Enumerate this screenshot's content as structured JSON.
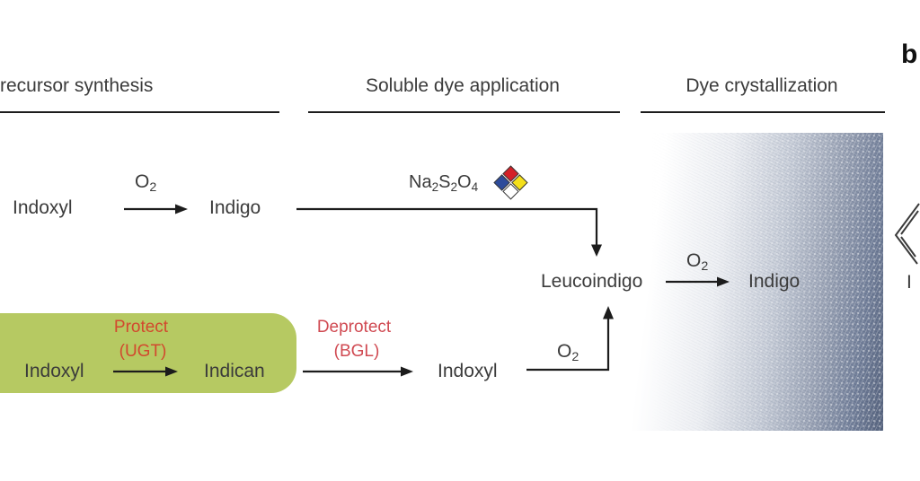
{
  "figure": {
    "panel_label": "b",
    "stages": {
      "stage1": "recursor synthesis",
      "stage2": "Soluble dye application",
      "stage3": "Dye crystallization"
    },
    "top_pathway": {
      "substrate": "Indoxyl",
      "oxidant": {
        "symbol": "O",
        "subscript": "2"
      },
      "product": "Indigo",
      "reducing_agent": {
        "p1": "Na",
        "s1": "2",
        "p2": "S",
        "s2": "2",
        "p3": "O",
        "s3": "4"
      },
      "hazard_icon": "nfpa-704-hazard-diamond"
    },
    "middle_pathway": {
      "reduced_form": "Leucoindigo",
      "oxidant": {
        "symbol": "O",
        "subscript": "2"
      },
      "product": "Indigo"
    },
    "bottom_pathway": {
      "substrate": "Indoxyl",
      "protect_label": "Protect",
      "protect_enzyme": "(UGT)",
      "intermediate": "Indican",
      "deprotect_label": "Deprotect",
      "deprotect_enzyme": "(BGL)",
      "deprotected": "Indoxyl",
      "oxidant": {
        "symbol": "O",
        "subscript": "2"
      }
    },
    "right_fragment_label": "I"
  },
  "colors": {
    "protect_red": "#d2492e",
    "deprotect_red": "#d04a52",
    "green_box": "#b6c962",
    "text": "#3b3b3b",
    "line": "#1c1c1c",
    "hazard_red": "#d42027",
    "hazard_blue": "#2d4b9b",
    "hazard_yellow": "#f5e01a",
    "fabric_edge": "#57647e"
  }
}
